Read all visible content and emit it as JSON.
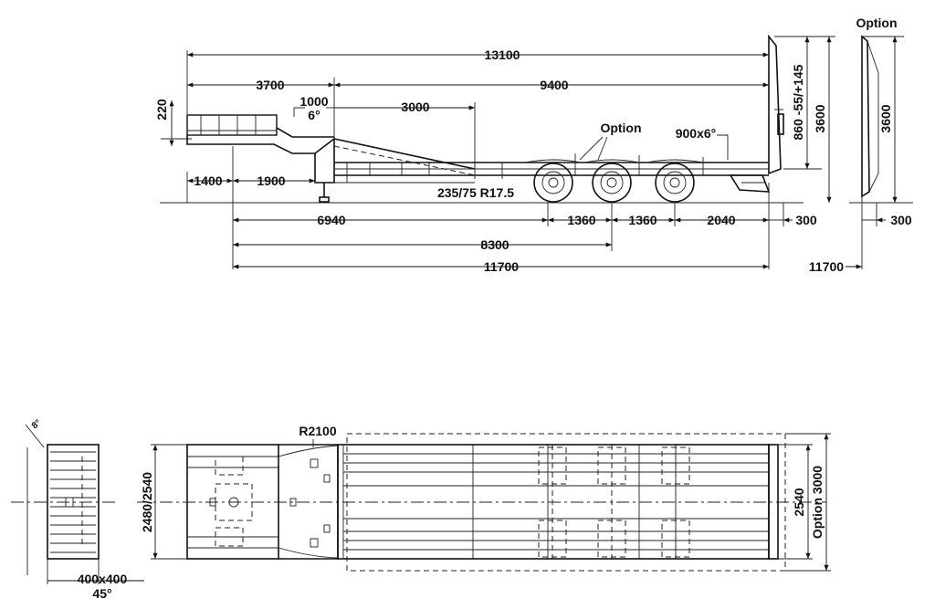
{
  "side_view": {
    "labels": {
      "option_top_right": "Option",
      "option_middle": "Option",
      "overall_length_top": "13100",
      "gooseneck_length": "3700",
      "deck_length": "9400",
      "gooseneck_step": "1000",
      "gooseneck_angle": "6°",
      "ramp_section": "3000",
      "top_height": "220",
      "front_overhang": "1400",
      "king_pin_to_leg": "1900",
      "tyre": "235/75 R17.5",
      "ramp_size": "900x6°",
      "axle_spacing_1": "1360",
      "axle_spacing_2": "1360",
      "rear_overhang": "2040",
      "kingpin_to_first_axle": "6940",
      "kingpin_to_mid_axle": "8300",
      "kingpin_to_rear": "11700",
      "rear_extension_1": "300",
      "rear_extension_2": "300",
      "rear_length_right": "11700",
      "deck_height": "860 -55/+145",
      "ramp_height": "3600",
      "ramp_height_right": "3600"
    }
  },
  "top_view": {
    "labels": {
      "radius": "R2100",
      "width_front": "2480/2540",
      "width_rear": "2540",
      "width_option": "Option 3000",
      "plate_size": "400x400",
      "plate_angle": "45°",
      "small_angle": "8°"
    }
  }
}
